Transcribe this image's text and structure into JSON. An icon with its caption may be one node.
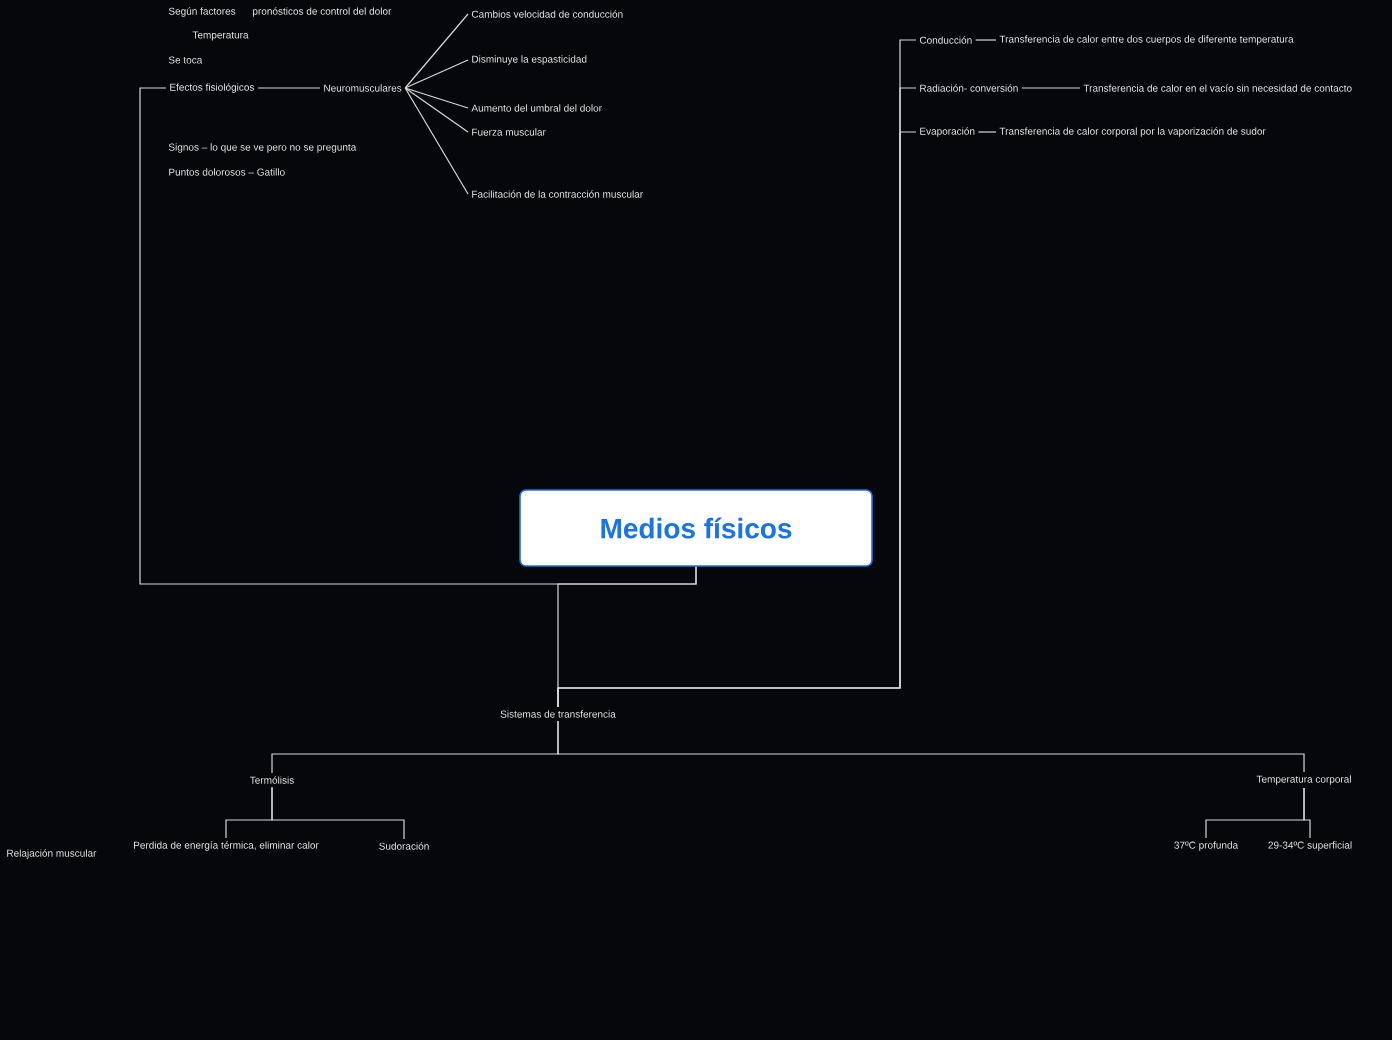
{
  "diagram": {
    "nodes": [
      {
        "text": [
          "Medios físicos"
        ]
      },
      {
        "text": [
          "Sistemas de transferencia"
        ]
      },
      {
        "text": [
          "Termólisis"
        ]
      },
      {
        "text": [
          "Temperatura corporal"
        ]
      },
      {
        "text": [
          "Perdida de energía térmica, eliminar calor"
        ]
      },
      {
        "text": [
          "Sudoración"
        ]
      },
      {
        "text": [
          "37ºC profunda"
        ]
      },
      {
        "text": [
          "29-34ºC superficial"
        ]
      },
      {
        "text": [
          "Efectos fisiológicos"
        ]
      },
      {
        "text": [
          "Neuromusculares"
        ]
      },
      {
        "text": [
          "Cambios velocidad de conducción"
        ]
      },
      {
        "text": [
          "Disminuye la espasticidad"
        ]
      },
      {
        "text": [
          "Aumento del umbral del dolor"
        ]
      },
      {
        "text": [
          "Fuerza muscular"
        ]
      },
      {
        "text": [
          "Facilitación de la contracción muscular"
        ]
      },
      {
        "text": [
          "Conducción"
        ]
      },
      {
        "text": [
          "Radiación- conversión"
        ]
      },
      {
        "text": [
          "Evaporación"
        ]
      },
      {
        "text": [
          "Transferencia de calor entre dos cuerpos de diferente temperatura"
        ]
      },
      {
        "text": [
          "Transferencia de calor en el vacío sin necesidad de contacto"
        ]
      },
      {
        "text": [
          "Transferencia de calor corporal por la vaporización de sudor"
        ]
      }
    ],
    "edges": [
      {
        "from": 0,
        "to": 1,
        "arrow": "none"
      },
      {
        "from": 0,
        "to": 8,
        "arrow": "none"
      },
      {
        "from": 8,
        "to": 9,
        "arrow": "none"
      },
      {
        "from": 9,
        "to": 10,
        "arrow": "none"
      },
      {
        "from": 9,
        "to": 11,
        "arrow": "none"
      },
      {
        "from": 9,
        "to": 12,
        "arrow": "none"
      },
      {
        "from": 9,
        "to": 13,
        "arrow": "none"
      },
      {
        "from": 9,
        "to": 14,
        "arrow": "none"
      },
      {
        "from": 1,
        "to": 2,
        "arrow": "none"
      },
      {
        "from": 1,
        "to": 3,
        "arrow": "none"
      },
      {
        "from": 2,
        "to": 4,
        "arrow": "none"
      },
      {
        "from": 2,
        "to": 5,
        "arrow": "none"
      },
      {
        "from": 3,
        "to": 6,
        "arrow": "none"
      },
      {
        "from": 3,
        "to": 7,
        "arrow": "none"
      },
      {
        "from": 1,
        "to": 15,
        "arrow": "none"
      },
      {
        "from": 1,
        "to": 16,
        "arrow": "none"
      },
      {
        "from": 1,
        "to": 17,
        "arrow": "none"
      },
      {
        "from": 15,
        "to": 18,
        "arrow": "none"
      },
      {
        "from": 16,
        "to": 19,
        "arrow": "none"
      },
      {
        "from": 17,
        "to": 20,
        "arrow": "none"
      }
    ],
    "labels": [
      "Según factores",
      "pronósticos de control del dolor",
      "Temperatura",
      "Se toca",
      "Signos – lo que se ve pero no se pregunta",
      "Puntos dolorosos – Gatillo",
      "Relajación muscular"
    ]
  }
}
